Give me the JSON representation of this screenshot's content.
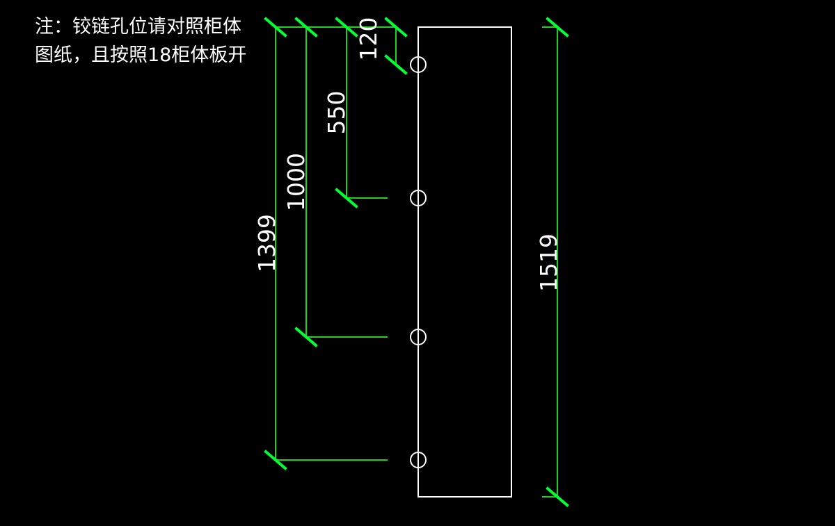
{
  "note": {
    "line1": "注：铰链孔位请对照柜体",
    "line2": "图纸，且按照18柜体板开"
  },
  "dimensions": {
    "d120": "120",
    "d550": "550",
    "d1000": "1000",
    "d1399": "1399",
    "d1519": "1519"
  },
  "colors": {
    "background": "#000000",
    "dimension_line": "#1fd11f",
    "tick": "#00ff33",
    "geometry": "#ffffff"
  }
}
